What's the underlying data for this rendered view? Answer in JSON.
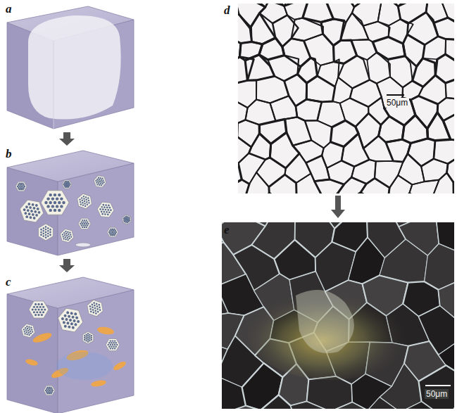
{
  "diagram": {
    "labels": [
      "a",
      "b",
      "c",
      "d",
      "e",
      "50μm",
      "50μm"
    ]
  }
}
